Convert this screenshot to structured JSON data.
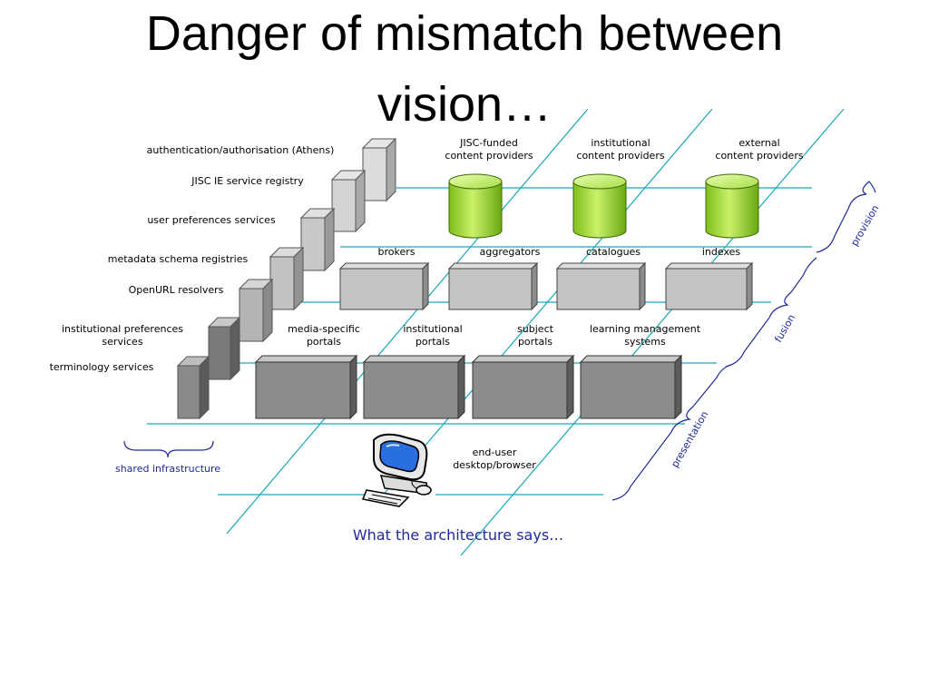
{
  "title": {
    "line1": "Danger of mismatch between",
    "line2": "vision…"
  },
  "infrastructure": {
    "items": [
      "authentication/authorisation (Athens)",
      "JISC IE service registry",
      "user preferences services",
      "metadata schema registries",
      "OpenURL resolvers",
      "institutional preferences",
      "services",
      "terminology services"
    ],
    "brace_label": "shared infrastructure"
  },
  "provision": {
    "providers": [
      {
        "line1": "JISC-funded",
        "line2": "content providers"
      },
      {
        "line1": "institutional",
        "line2": "content providers"
      },
      {
        "line1": "external",
        "line2": "content providers"
      }
    ],
    "brace_label": "provision"
  },
  "fusion": {
    "services": [
      "brokers",
      "aggregators",
      "catalogues",
      "indexes"
    ],
    "brace_label": "fusion"
  },
  "presentation": {
    "portals": [
      {
        "line1": "media-specific",
        "line2": "portals"
      },
      {
        "line1": "institutional",
        "line2": "portals"
      },
      {
        "line1": "subject",
        "line2": "portals"
      },
      {
        "line1": "learning management",
        "line2": "systems"
      }
    ],
    "brace_label": "presentation"
  },
  "end_user": {
    "line1": "end-user",
    "line2": "desktop/browser"
  },
  "caption": "What the architecture says…",
  "colors": {
    "grid_line": "#19a8b8",
    "cylinder": "#9fd83a",
    "brace": "#1f2a9c",
    "box_light": "#c8c8c8",
    "box_dark": "#8e8e8e",
    "screen": "#2a6fe0"
  }
}
